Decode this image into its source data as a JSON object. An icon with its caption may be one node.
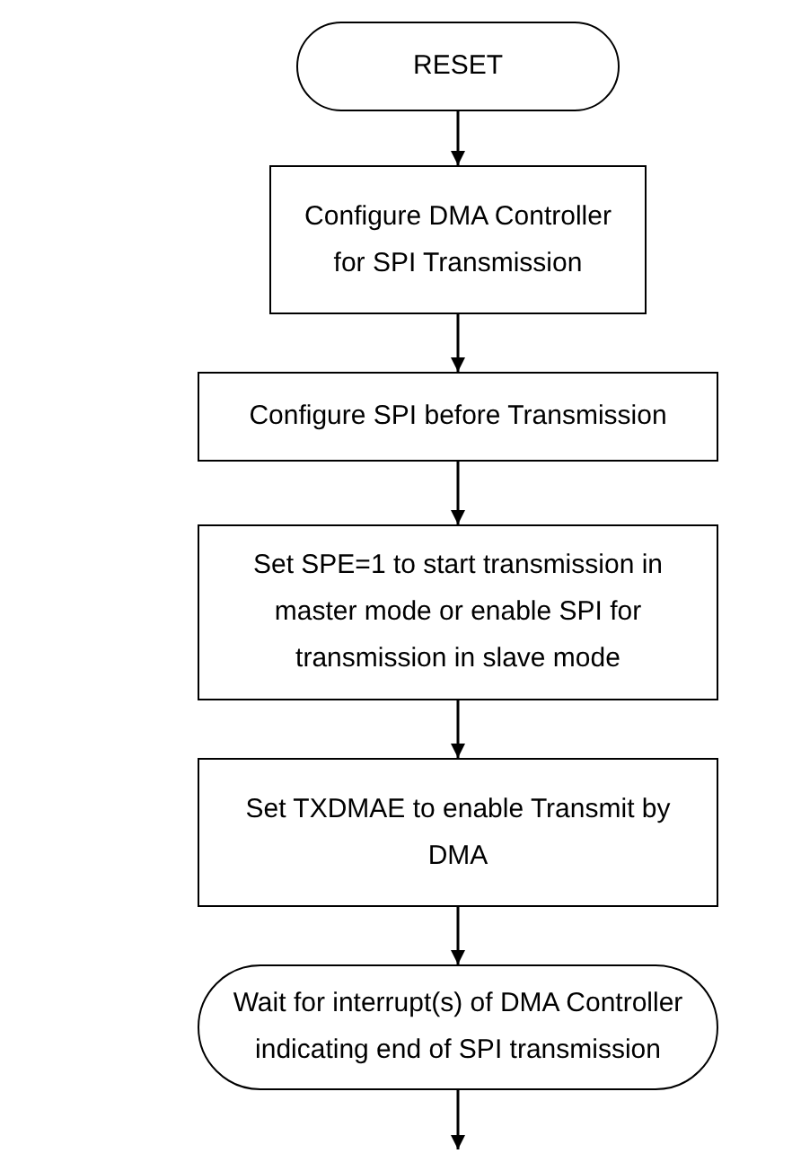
{
  "diagram": {
    "nodes": [
      {
        "text": [
          "RESET"
        ]
      },
      {
        "text": [
          "Configure DMA Controller for SPI Transmission"
        ]
      },
      {
        "text": [
          "Configure SPI before Transmission"
        ]
      },
      {
        "text": [
          "Set SPE=1 to start transmission in master mode or enable SPI for transmission in slave mode"
        ]
      },
      {
        "text": [
          "Set TXDMAE to enable Transmit by DMA"
        ]
      },
      {
        "text": [
          "Wait for interrupt(s) of DMA Controller indicating end of SPI transmission"
        ]
      }
    ],
    "edges": [
      {
        "from": 0,
        "to": 1,
        "arrow": "to"
      },
      {
        "from": 1,
        "to": 2,
        "arrow": "to"
      },
      {
        "from": 2,
        "to": 3,
        "arrow": "to"
      },
      {
        "from": 3,
        "to": 4,
        "arrow": "to"
      },
      {
        "from": 4,
        "to": 5,
        "arrow": "to"
      },
      {
        "from": 5,
        "to": null,
        "arrow": "to"
      }
    ]
  }
}
